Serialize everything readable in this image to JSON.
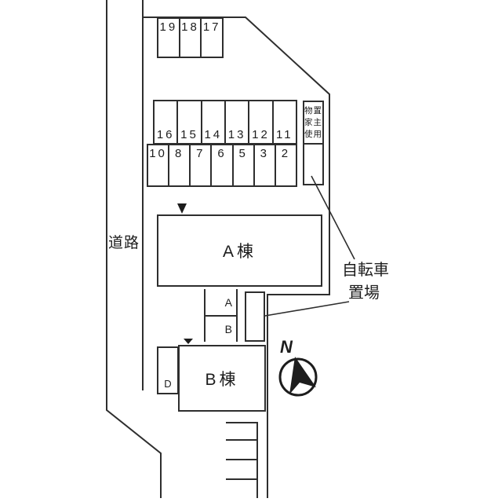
{
  "diagram": {
    "type": "site-plan",
    "road": {
      "label": "道路"
    },
    "north": {
      "label": "N"
    },
    "buildings": {
      "a": {
        "label": "A棟"
      },
      "b": {
        "label": "B棟"
      },
      "d": {
        "label": "D"
      }
    },
    "corridor": {
      "a": "A",
      "b": "B"
    },
    "storage": {
      "text": "物置\n家主\n使用"
    },
    "bicycle": {
      "line1": "自転車",
      "line2": "置場"
    },
    "parking": {
      "rows": [
        {
          "name": "top-row",
          "cells": [
            "19",
            "18",
            "17"
          ]
        },
        {
          "name": "upper-row",
          "cells": [
            "16",
            "15",
            "14",
            "13",
            "12",
            "11"
          ]
        },
        {
          "name": "lower-row",
          "cells": [
            "10",
            "8",
            "7",
            "6",
            "5",
            "3",
            "2"
          ]
        }
      ]
    },
    "colors": {
      "line": "#2e2e2e",
      "background": "#ffffff",
      "text": "#1d1d1d"
    }
  }
}
